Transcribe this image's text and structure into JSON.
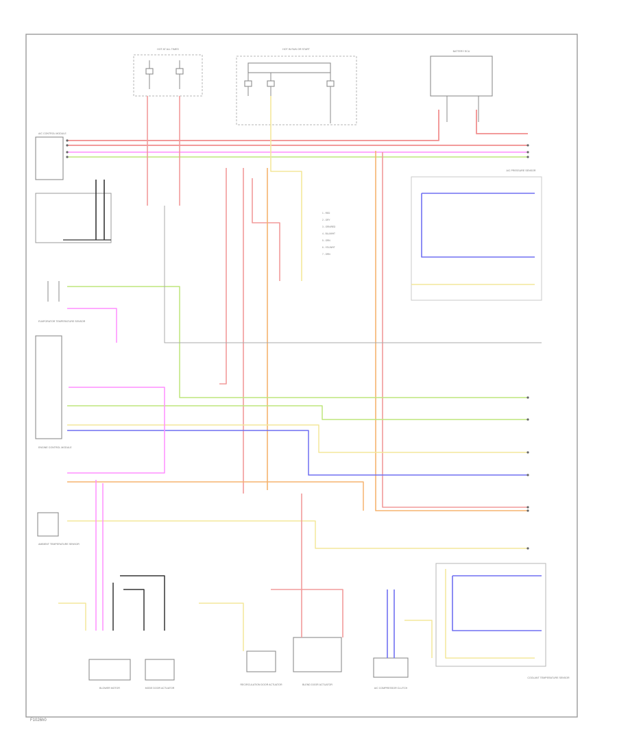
{
  "diagram": {
    "footer_code": "F1026h0",
    "wire_colors": {
      "red": "#f29a9a",
      "pink": "#ff8dff",
      "orange": "#f5b36e",
      "yellow": "#f3e79a",
      "green": "#bde57c",
      "blue": "#6f6ff2",
      "gray": "#a9a9a9",
      "black": "#333333",
      "white": "#d9d9d9"
    },
    "legend": [
      "1 - RED",
      "2 - GRY",
      "3 - ORN/RED",
      "4 - BLU/WHT",
      "5 - ORN",
      "6 - YEL/WHT",
      "7 - GRN"
    ],
    "components": [
      {
        "id": "hot-fuse-box",
        "label": "HOT AT ALL TIMES"
      },
      {
        "id": "junction-box",
        "label": "HOT IN RUN OR START"
      },
      {
        "id": "battery-ecu",
        "label": "BATTERY ECU"
      },
      {
        "id": "a-c-control-module",
        "label": "A/C CONTROL MODULE"
      },
      {
        "id": "engine-ecm",
        "label": "ENGINE CONTROL MODULE"
      },
      {
        "id": "evaporator-sensor",
        "label": "EVAPORATOR TEMPERATURE SENSOR"
      },
      {
        "id": "ambient-sensor",
        "label": "AMBIENT TEMPERATURE SENSOR"
      },
      {
        "id": "blower-motor",
        "label": "BLOWER MOTOR"
      },
      {
        "id": "mode-actuator",
        "label": "MODE DOOR ACTUATOR"
      },
      {
        "id": "recirc-actuator",
        "label": "RECIRCULATION DOOR ACTUATOR"
      },
      {
        "id": "blend-door-actuator",
        "label": "BLEND DOOR ACTUATOR"
      },
      {
        "id": "compressor-clutch",
        "label": "A/C COMPRESSOR CLUTCH"
      },
      {
        "id": "pressure-sensor",
        "label": "A/C PRESSURE SENSOR"
      },
      {
        "id": "coolant-sensor",
        "label": "COOLANT TEMPERATURE SENSOR"
      }
    ]
  }
}
